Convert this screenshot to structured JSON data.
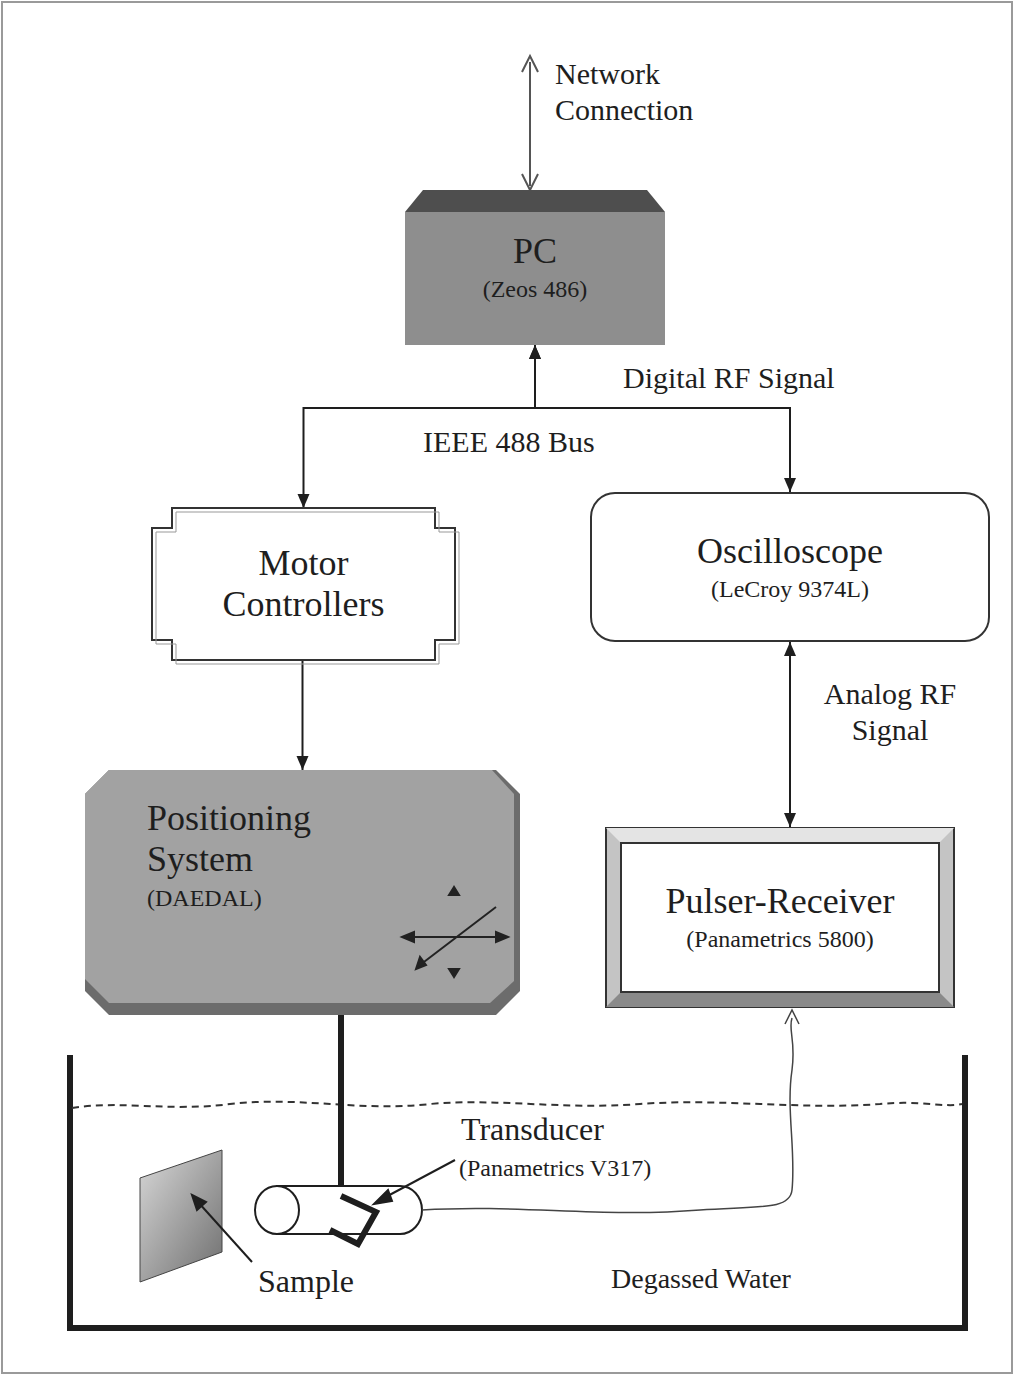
{
  "diagram": {
    "nodes": [
      {
        "text": [
          "PC",
          "(Zeos 486)"
        ]
      },
      {
        "text": [
          "Motor Controllers"
        ]
      },
      {
        "text": [
          "Oscilloscope",
          "(LeCroy 9374L)"
        ]
      },
      {
        "text": [
          "Positioning System",
          "(DAEDAL)"
        ]
      },
      {
        "text": [
          "Pulser-Receiver",
          "(Panametrics 5800)"
        ]
      }
    ],
    "edges": [
      {
        "from": 0,
        "to": 1,
        "arrow": "both",
        "label": "IEEE 488 Bus"
      },
      {
        "from": 0,
        "to": 2,
        "arrow": "both",
        "label": "Digital RF Signal"
      },
      {
        "from": 1,
        "to": 3,
        "arrow": "to"
      },
      {
        "from": 2,
        "to": 4,
        "arrow": "both",
        "label": "Analog RF Signal"
      }
    ],
    "labels": [
      "Network Connection",
      "Transducer",
      "(Panametrics V317)",
      "Sample",
      "Degassed Water"
    ]
  }
}
